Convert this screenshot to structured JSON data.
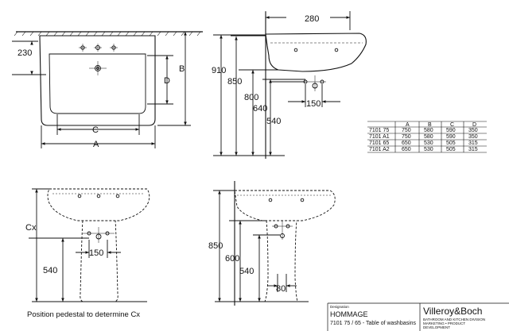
{
  "dimensions": {
    "top_view": {
      "d230": "230",
      "a": "A",
      "b": "B",
      "c": "C",
      "d": "D"
    },
    "side_view": {
      "d280": "280",
      "d910": "910",
      "d850": "850",
      "d800": "800",
      "d640": "640",
      "d540": "540",
      "d150": "150"
    },
    "pedestal_front": {
      "cx": "Cx",
      "d540": "540",
      "d150": "150",
      "caption": "Position pedestal to determine Cx"
    },
    "pedestal_side": {
      "d850": "850",
      "d600": "600",
      "d540": "540",
      "d80": "80"
    }
  },
  "table": {
    "headers": [
      "",
      "A",
      "B",
      "C",
      "D"
    ],
    "rows": [
      [
        "7101 75",
        "750",
        "580",
        "590",
        "350"
      ],
      [
        "7101 A1",
        "750",
        "580",
        "590",
        "350"
      ],
      [
        "7101 65",
        "650",
        "530",
        "505",
        "315"
      ],
      [
        "7101 A2",
        "650",
        "530",
        "505",
        "315"
      ]
    ]
  },
  "title_block": {
    "designation_label": "Designation",
    "product": "HOMMAGE",
    "description": "7101 75 / 65 - Table of washbasins",
    "brand": "Villeroy&Boch",
    "division_line1": "BATHROOM AND KITCHEN DIVISION",
    "division_line2": "MARKETING • PRODUCT",
    "division_line3": "DEVELOPMENT"
  }
}
